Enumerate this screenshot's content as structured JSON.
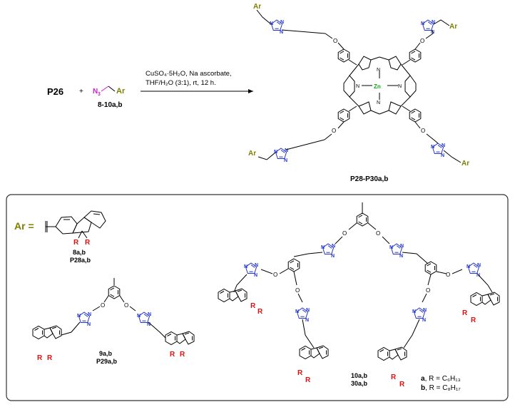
{
  "reaction": {
    "reactant": "P26",
    "plus": "+",
    "azide_n3": "N",
    "azide_sub": "3",
    "azide_ar": "Ar",
    "azide_label": "8-10a,b",
    "conditions_line1": "CuSO₄·5H₂O, Na ascorbate,",
    "conditions_line2": "THF/H₂O (3:1), rt, 12 h.",
    "product_label": "P28-P30a,b",
    "metal": "Zn",
    "n": "N",
    "o": "O",
    "ar": "Ar"
  },
  "legend": {
    "ar_label": "Ar =",
    "r": "R",
    "label_8": "8a,b",
    "label_P28": "P28a,b",
    "label_9": "9a,b",
    "label_P29": "P29a,b",
    "label_10": "10a,b",
    "label_30": "30a,b",
    "key_a_letter": "a",
    "key_a_rest": ", R = C₆H₁₃",
    "key_b_letter": "b",
    "key_b_rest": ", R = C₈H₁₇"
  },
  "colors": {
    "ar": "#7f7f00",
    "r": "#e01010",
    "triazole": "#2233cc",
    "azide": "#d020c8",
    "zinc": "#11aa11"
  }
}
